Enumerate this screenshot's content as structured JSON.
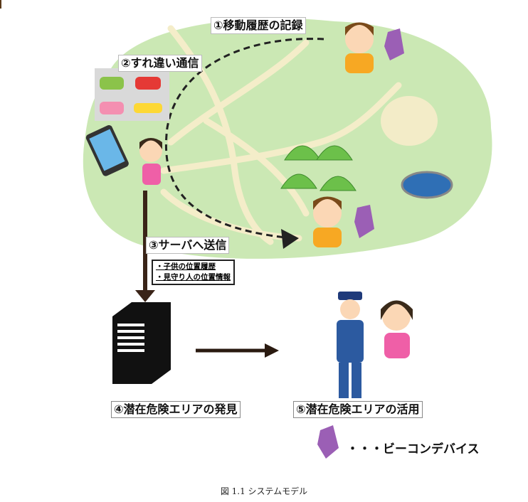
{
  "labels": {
    "step1": "①移動履歴の記録",
    "step2": "②すれ違い通信",
    "step3": "③サーバへ送信",
    "step4": "④潜在危険エリアの発見",
    "step5": "⑤潜在危険エリアの活用"
  },
  "send_info": [
    "・子供の位置履歴",
    "・見守り人の位置情報"
  ],
  "legend": {
    "icon": "beacon-device-icon",
    "text": "・・・ビーコンデバイス"
  },
  "caption": "図 1.1 システムモデル",
  "colors": {
    "field": "#c8e6b0",
    "path": "#f3ecc8",
    "tree": "#2e8b3e",
    "beacon": "#9b5fb5",
    "arrow": "#3a2418"
  }
}
